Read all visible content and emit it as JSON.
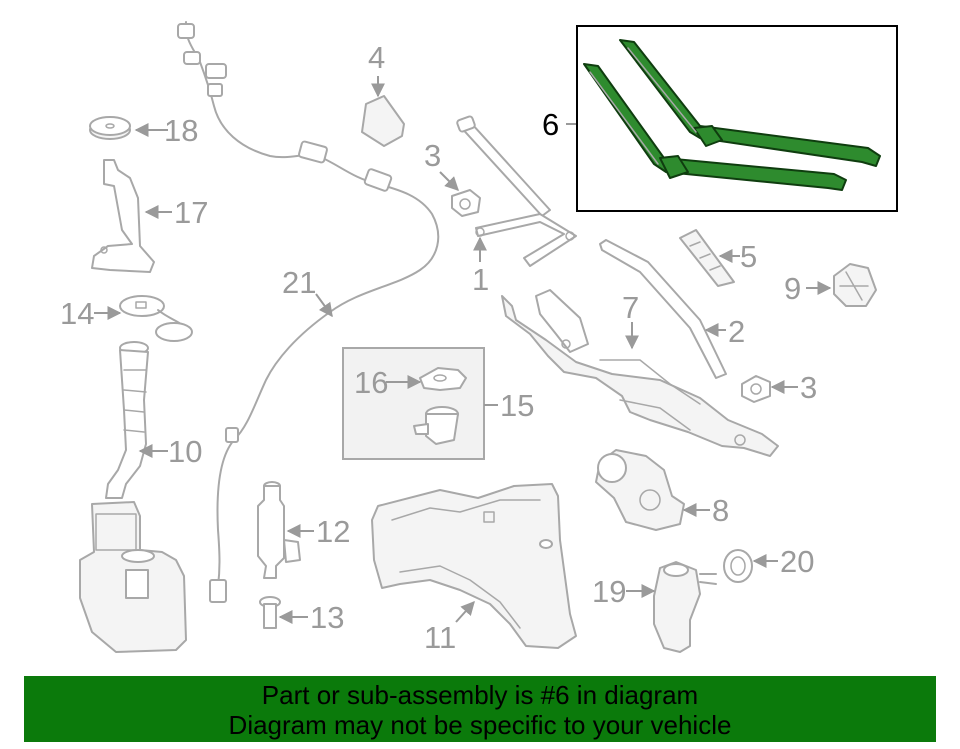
{
  "callouts": {
    "p1": "1",
    "p2": "2",
    "p3a": "3",
    "p3b": "3",
    "p4": "4",
    "p5": "5",
    "p6": "6",
    "p7": "7",
    "p8": "8",
    "p9": "9",
    "p10": "10",
    "p11": "11",
    "p12": "12",
    "p13": "13",
    "p14": "14",
    "p15": "15",
    "p16": "16",
    "p17": "17",
    "p18": "18",
    "p19": "19",
    "p20": "20",
    "p21": "21"
  },
  "highlight": {
    "part": "6",
    "color": "#2e8b2e"
  },
  "banner": {
    "line1": "Part or sub-assembly is #6 in diagram",
    "line2": "Diagram may not be specific to your vehicle",
    "background": "#0b7a0b"
  }
}
